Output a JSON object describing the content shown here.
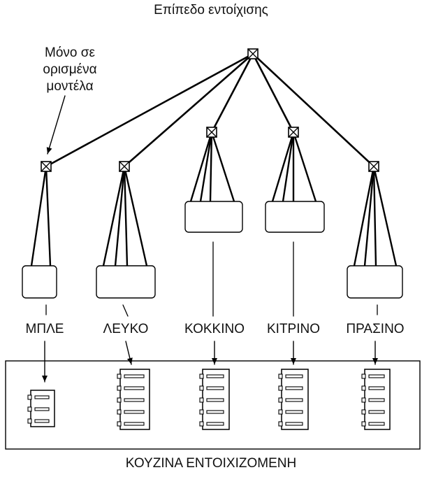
{
  "diagram": {
    "title": "Επίπεδο εντοίχισης",
    "note_lines": [
      "Μόνο σε",
      "ορισμένα",
      "μοντέλα"
    ],
    "colors": [
      {
        "label": "ΜΠΛΕ"
      },
      {
        "label": "ΛΕΥΚΟ"
      },
      {
        "label": "ΚΟΚΚΙΝΟ"
      },
      {
        "label": "ΚΙΤΡΙΝΟ"
      },
      {
        "label": "ΠΡΑΣΙΝΟ"
      }
    ],
    "caption": "ΚΟΥΖΙΝΑ ΕΝΤΟΙΧΙΖΟΜΕΝΗ"
  }
}
